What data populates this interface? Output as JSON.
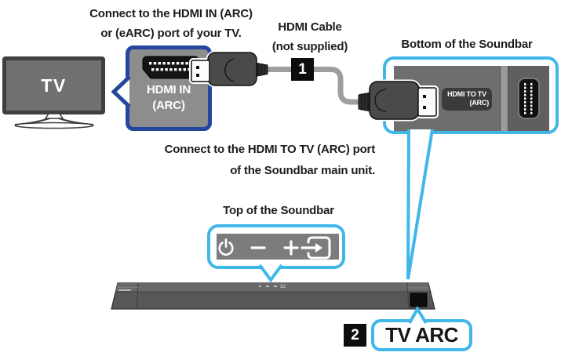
{
  "captions": {
    "tv_instruction_line1": "Connect to the HDMI IN (ARC)",
    "tv_instruction_line2": "or (eARC) port of your TV.",
    "cable_label_line1": "HDMI Cable",
    "cable_label_line2": "(not supplied)",
    "soundbar_bottom_label": "Bottom of the Soundbar",
    "soundbar_instruction_line1": "Connect to the HDMI TO TV (ARC) port",
    "soundbar_instruction_line2": "of the Soundbar main unit.",
    "soundbar_top_label": "Top of the Soundbar"
  },
  "tv": {
    "screen_label": "TV"
  },
  "hdmi_in_port": {
    "label_line1": "HDMI IN",
    "label_line2": "(ARC)"
  },
  "soundbar_bottom_port": {
    "label_line1": "HDMI TO TV",
    "label_line2": "(ARC)"
  },
  "steps": {
    "step1": "1",
    "step2": "2"
  },
  "display_callout": {
    "label": "TV ARC"
  },
  "soundbar_top_controls": {
    "icons": [
      "power-icon",
      "volume-down-icon",
      "volume-up-icon",
      "source-icon"
    ]
  },
  "colors": {
    "accent_dark_blue": "#24469f",
    "accent_light_blue": "#40b7e9",
    "text": "#1c1c1c",
    "panel_gray": "#6e6e6e",
    "cable_gray": "#9e9e9e"
  }
}
